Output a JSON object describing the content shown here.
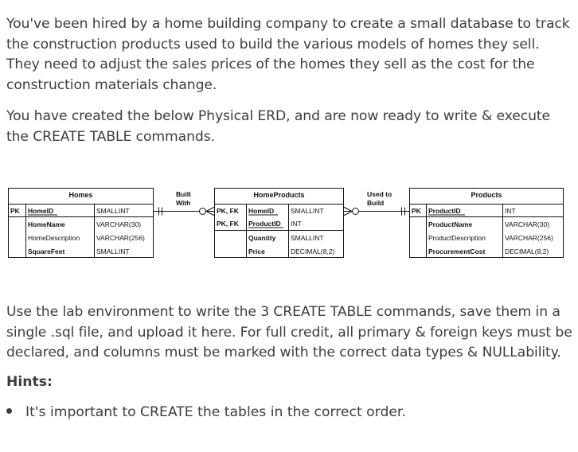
{
  "intro": {
    "paragraph1": "You've been hired by a home building company to create a small database to track the construction products used to build the various models of homes they sell.  They need to adjust the sales prices of the homes they sell as the cost for the construction materials change.",
    "paragraph2": "You have created the below Physical ERD, and are now ready to write & execute the CREATE TABLE commands."
  },
  "erd": {
    "relationships": {
      "built_with": [
        "Built",
        "With"
      ],
      "used_to_build": [
        "Used to",
        "Build"
      ]
    },
    "homes": {
      "title": "Homes",
      "key_label": "PK",
      "columns": [
        {
          "name": "HomeID",
          "type": "SMALLINT",
          "pk": true
        },
        {
          "name": "HomeName",
          "type": "VARCHAR(30)"
        },
        {
          "name": "HomeDescription",
          "type": "VARCHAR(256)"
        },
        {
          "name": "SquareFeet",
          "type": "SMALLINT"
        }
      ]
    },
    "homeproducts": {
      "title": "HomeProducts",
      "key_labels": [
        "PK, FK",
        "PK, FK"
      ],
      "columns": [
        {
          "name": "HomeID",
          "type": "SMALLINT",
          "pk": true
        },
        {
          "name": "ProductID",
          "type": "INT",
          "pk": true
        },
        {
          "name": "Quantity",
          "type": "SMALLINT"
        },
        {
          "name": "Price",
          "type": "DECIMAL(8,2)"
        }
      ]
    },
    "products": {
      "title": "Products",
      "key_label": "PK",
      "columns": [
        {
          "name": "ProductID",
          "type": "INT",
          "pk": true
        },
        {
          "name": "ProductName",
          "type": "VARCHAR(30)"
        },
        {
          "name": "ProductDescription",
          "type": "VARCHAR(256)"
        },
        {
          "name": "ProcurementCost",
          "type": "DECIMAL(8,2)"
        }
      ]
    }
  },
  "instructions": "Use the lab environment to write the 3 CREATE TABLE commands, save them in a single .sql file, and upload it here.  For full credit, all primary & foreign keys must be declared, and columns must be marked with the correct data types & NULLability.",
  "hints": {
    "heading": "Hints:",
    "items": [
      "It's important to CREATE the tables in the correct order."
    ]
  }
}
